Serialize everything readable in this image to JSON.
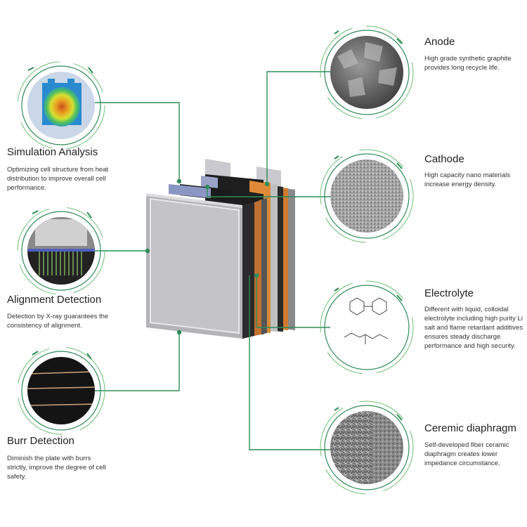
{
  "features": [
    {
      "id": "simulation",
      "title": "Simulation Analysis",
      "desc": "Optimizing cell structure from heat distribution to improve overall cell performance."
    },
    {
      "id": "alignment",
      "title": "Alignment Detection",
      "desc": "Detection by X-ray guarantees the consistency of alignment."
    },
    {
      "id": "burr",
      "title": "Burr Detection",
      "desc": "Diminish the plate with burrs strictly, improve the degree of cell safety."
    },
    {
      "id": "anode",
      "title": "Anode",
      "desc": "High grade synthetic graphite provides long recycle life."
    },
    {
      "id": "cathode",
      "title": "Cathode",
      "desc": "High capacity nano materials increase energy density."
    },
    {
      "id": "electrolyte",
      "title": "Electrolyte",
      "desc": "Different with liquid, colloidal electrolyte including high purity Li salt and flame retardant additives ensures steady discharge performance and high security."
    },
    {
      "id": "ceramic",
      "title": "Ceremic diaphragm",
      "desc": "Self-developed fiber ceramic diaphragm creates lower impedance circumstance."
    }
  ],
  "colors": {
    "accent": "#2e8b57",
    "ring": "#4caf50",
    "text": "#222222"
  }
}
